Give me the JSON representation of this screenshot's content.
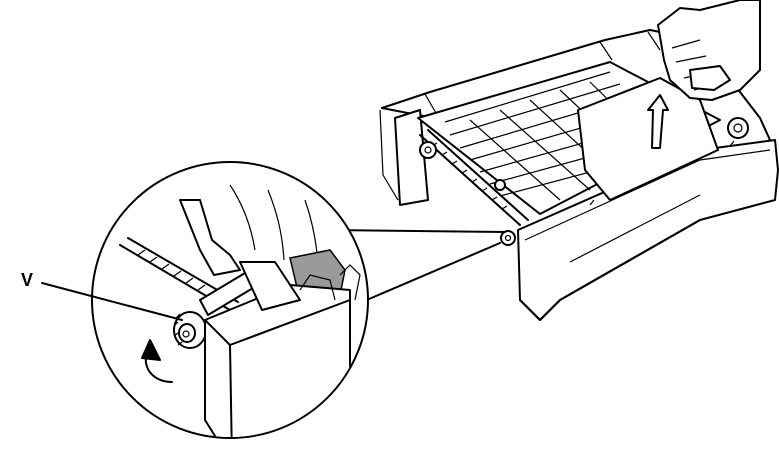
{
  "callouts": [
    {
      "id": "V",
      "label": "V"
    }
  ],
  "icons": {
    "hand": "hand-illustration",
    "up_arrow": "up-arrow-icon",
    "rotate_arrow": "rotate-arrow-icon",
    "tray": "paper-tray-illustration",
    "gear": "gear-icon"
  }
}
